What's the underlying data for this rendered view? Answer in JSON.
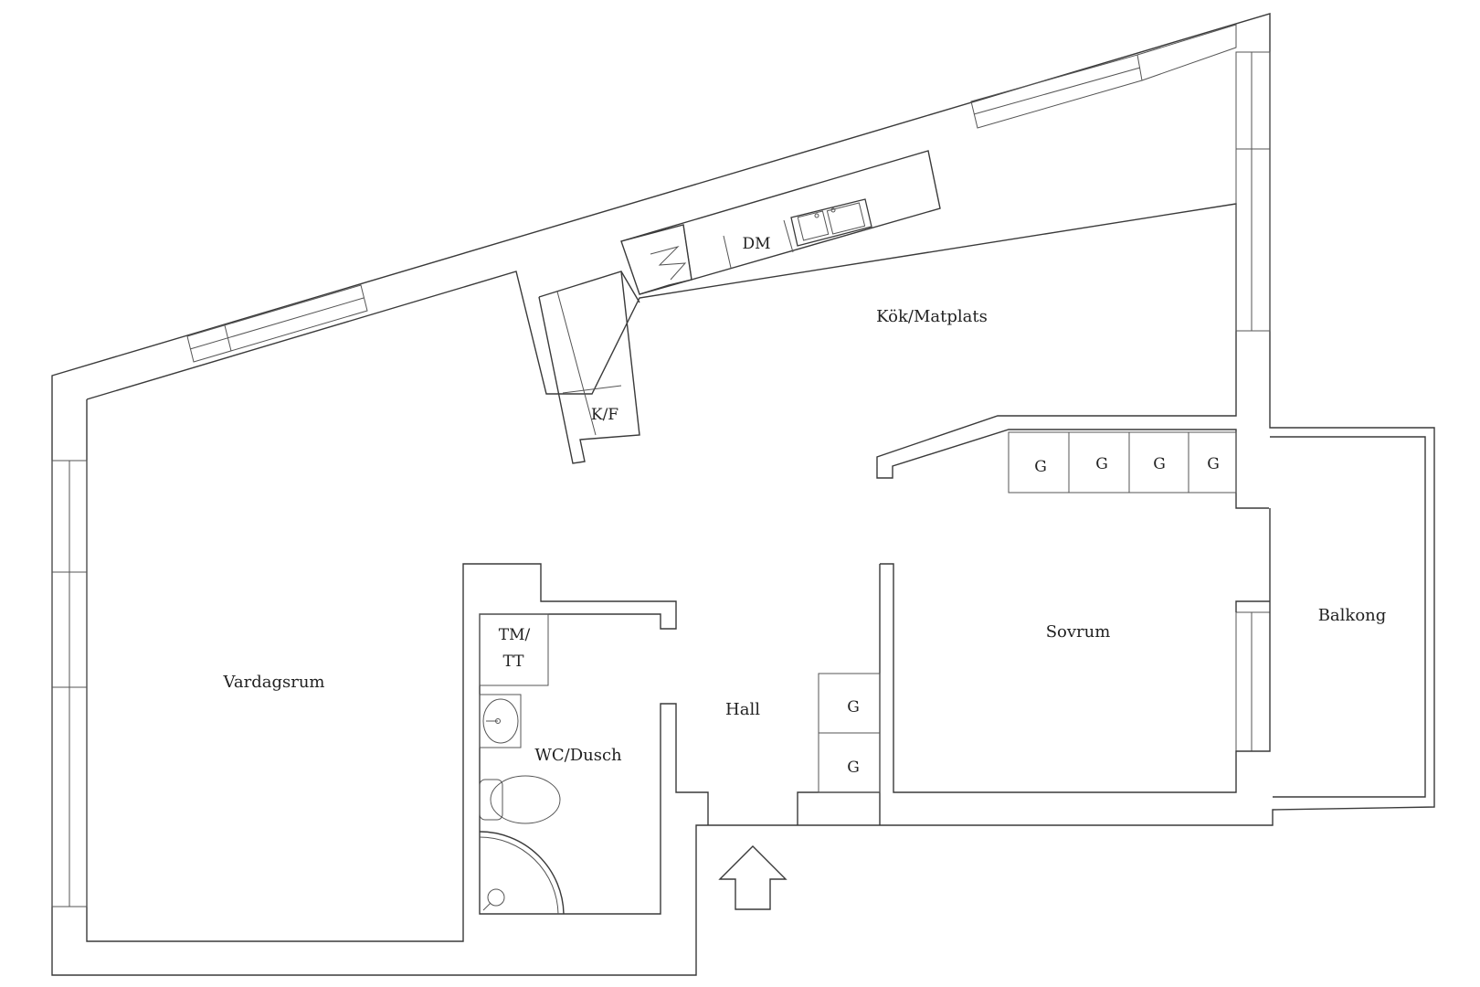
{
  "rooms": {
    "living": "Vardagsrum",
    "kitchen": "Kök/Matplats",
    "bathroom": "WC/Dusch",
    "hall": "Hall",
    "bedroom": "Sovrum",
    "balcony": "Balkong"
  },
  "fixtures": {
    "dishwasher": "DM",
    "fridge_freezer": "K/F",
    "washer_dryer_line1": "TM/",
    "washer_dryer_line2": "TT",
    "wardrobe": "G"
  },
  "icons": {
    "entrance": "entrance-arrow-icon",
    "stove": "stove-icon",
    "sink": "sink-icon",
    "washbasin": "washbasin-icon",
    "toilet": "toilet-icon",
    "shower": "shower-icon"
  },
  "colors": {
    "line": "#3a3a3a",
    "background": "#ffffff"
  }
}
